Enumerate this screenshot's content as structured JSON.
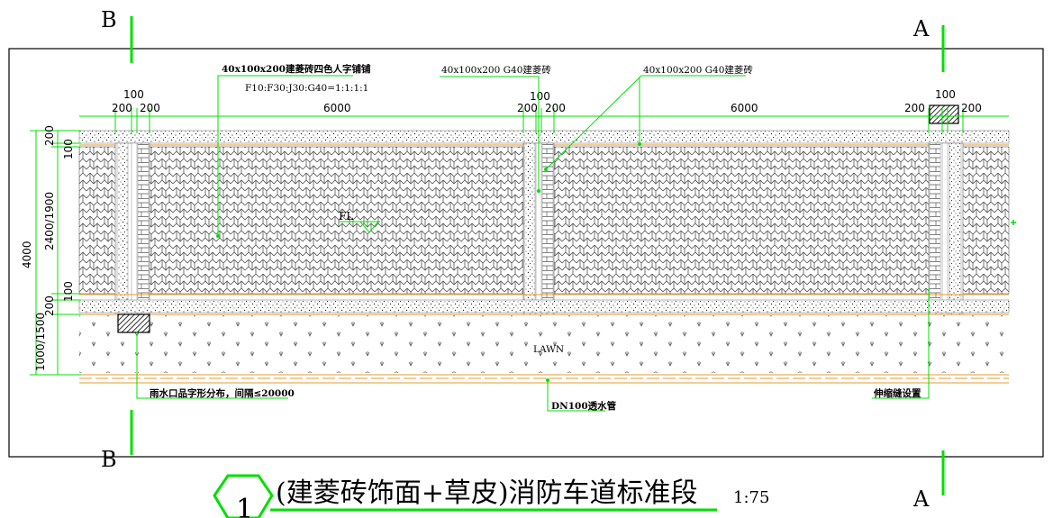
{
  "section_marks": {
    "left": "B",
    "right": "A"
  },
  "labels": {
    "herringbone_paving": "40x100x200建菱砖四色人字铺铺",
    "mix_ratio": "F10:F30:J30:G40=1:1:1:1",
    "brick_g40_a": "40x100x200 G40建菱砖",
    "brick_g40_b": "40x100x200 G40建菱砖",
    "fl": "FL",
    "lawn": "LAWN",
    "drain_outlet": "雨水口品字形分布，间隔≤20000",
    "drain_pipe": "DN100透水管",
    "expansion_joint": "伸缩缝设置"
  },
  "dims_top": {
    "d100_a": "100",
    "d200_a1": "200",
    "d200_a2": "200",
    "d6000_a": "6000",
    "d100_b": "100",
    "d200_b1": "200",
    "d200_b2": "200",
    "d6000_b": "6000",
    "d100_c": "100",
    "d200_c1": "200",
    "d200_c2": "200"
  },
  "dims_left": {
    "d4000": "4000",
    "d200_top": "200",
    "d100_top": "100",
    "d2400": "2400/1900",
    "d100_bot": "100",
    "d200_bot": "200",
    "d1000": "1000/1500"
  },
  "title": {
    "number": "1",
    "text": "(建菱砖饰面+草皮)消防车道标准段",
    "scale": "1:75"
  },
  "colors": {
    "green": "#00e000",
    "orange": "#e89a2c",
    "ink": "#000000"
  }
}
